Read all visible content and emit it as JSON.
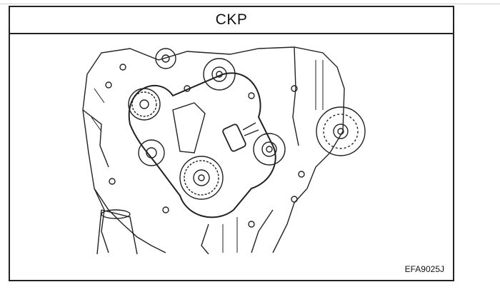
{
  "figure": {
    "title": "CKP",
    "code": "EFA9025J",
    "illustration_icon": "timing-belt-engine-drawing"
  },
  "colors": {
    "line": "#222222",
    "background": "#ffffff"
  }
}
